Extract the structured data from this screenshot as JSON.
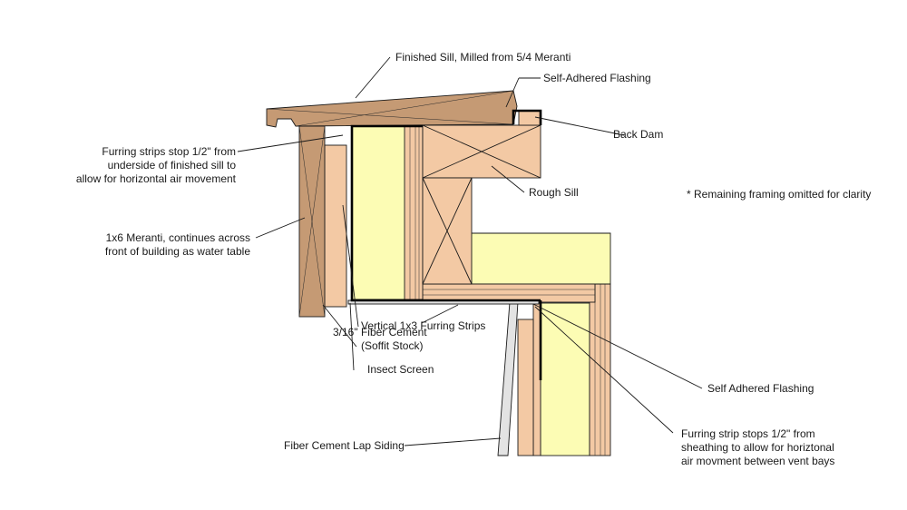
{
  "labels": {
    "finished_sill": "Finished Sill, Milled from 5/4 Meranti",
    "self_adhered_flashing_top": "Self-Adhered Flashing",
    "back_dam": "Back Dam",
    "furring_stop_sill": [
      "Furring strips stop 1/2\" from",
      "underside of finished sill to",
      "allow for horizontal air movement"
    ],
    "rough_sill": "Rough Sill",
    "note": "* Remaining framing omitted for clarity",
    "meranti_1x6": [
      "1x6 Meranti, continues across",
      "front of building as water table"
    ],
    "vertical_furring": "Vertical 1x3 Furring Strips",
    "fiber_cement_soffit": [
      "3/16\" Fiber Cement",
      "(Soffit Stock)"
    ],
    "insect_screen": "Insect Screen",
    "self_adhered_flashing_bottom": "Self Adhered Flashing",
    "furring_stop_sheathing": [
      "Furring strip stops 1/2\" from",
      "sheathing to allow for horiztonal",
      "air movment between vent bays"
    ],
    "lap_siding": "Fiber Cement Lap Siding"
  },
  "colors": {
    "meranti": "#c59a74",
    "lumber": "#f3c9a4",
    "insulation": "#fcfcb4",
    "flashing": "#000000",
    "siding": "#e3e3e3"
  }
}
